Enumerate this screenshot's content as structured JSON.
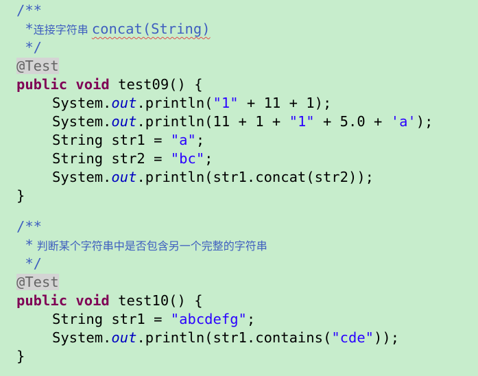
{
  "editor": {
    "background": "#c7edcc",
    "colors": {
      "keyword": "#7f0055",
      "string": "#2a00ff",
      "static_field": "#0000c0",
      "javadoc": "#3f5fbf",
      "annotation": "#646464",
      "annotation_bg": "#d4d4d4"
    },
    "method1": {
      "doc_open": "/**",
      "doc_star": " *",
      "doc_text_zh": "连接字符串 ",
      "doc_text_ref": "concat(String)",
      "doc_close": " */",
      "annotation": "@Test",
      "kw_public": "public",
      "kw_void": "void",
      "signature": " test09() {",
      "l1": {
        "a": "System.",
        "out": "out",
        "b": ".println(",
        "s1": "\"1\"",
        "c": " + 11 + 1);"
      },
      "l2": {
        "a": "System.",
        "out": "out",
        "b": ".println(11 + 1 + ",
        "s1": "\"1\"",
        "c": " + 5.0 + ",
        "s2": "'a'",
        "d": ");"
      },
      "l3": {
        "a": "String str1 = ",
        "s1": "\"a\"",
        "b": ";"
      },
      "l4": {
        "a": "String str2 = ",
        "s1": "\"bc\"",
        "b": ";"
      },
      "l5": {
        "a": "System.",
        "out": "out",
        "b": ".println(str1.concat(str2));"
      },
      "close": "}"
    },
    "method2": {
      "doc_open": "/**",
      "doc_star": " *",
      "doc_text_zh": " 判断某个字符串中是否包含另一个完整的字符串",
      "doc_close": " */",
      "annotation": "@Test",
      "kw_public": "public",
      "kw_void": "void",
      "signature": " test10() {",
      "l1": {
        "a": "String str1 = ",
        "s1": "\"abcdefg\"",
        "b": ";"
      },
      "l2": {
        "a": "System.",
        "out": "out",
        "b": ".println(str1.contains(",
        "s1": "\"cde\"",
        "c": "));"
      },
      "close": "}"
    }
  }
}
